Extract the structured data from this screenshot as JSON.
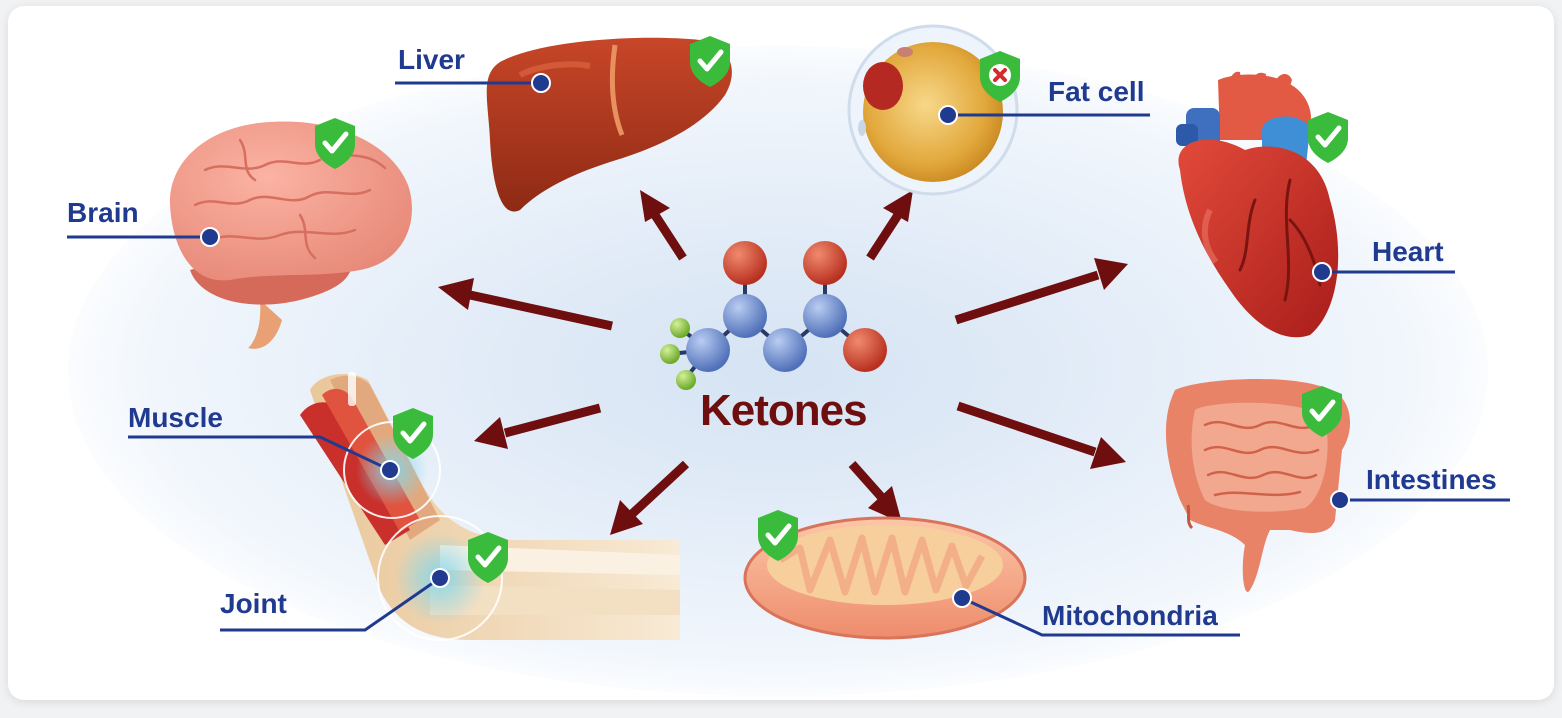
{
  "center": {
    "label": "Ketones"
  },
  "organs": [
    {
      "label": "Liver",
      "status": "positive"
    },
    {
      "label": "Fat cell",
      "status": "negative"
    },
    {
      "label": "Brain",
      "status": "positive"
    },
    {
      "label": "Heart",
      "status": "positive"
    },
    {
      "label": "Muscle",
      "status": "positive"
    },
    {
      "label": "Intestines",
      "status": "positive"
    },
    {
      "label": "Joint",
      "status": "positive"
    },
    {
      "label": "Mitochondria",
      "status": "positive"
    }
  ],
  "colors": {
    "label_text": "#1f3a8f",
    "arrow": "#6e0e0e",
    "check_shield": "#3bbb3b",
    "cross_shield": "#3bbb3b",
    "cross_mark": "#d32b2b",
    "oxygen_atom": "#c8412f",
    "carbon_atom": "#6f8fd0",
    "hydrogen_atom": "#8cc63f"
  }
}
